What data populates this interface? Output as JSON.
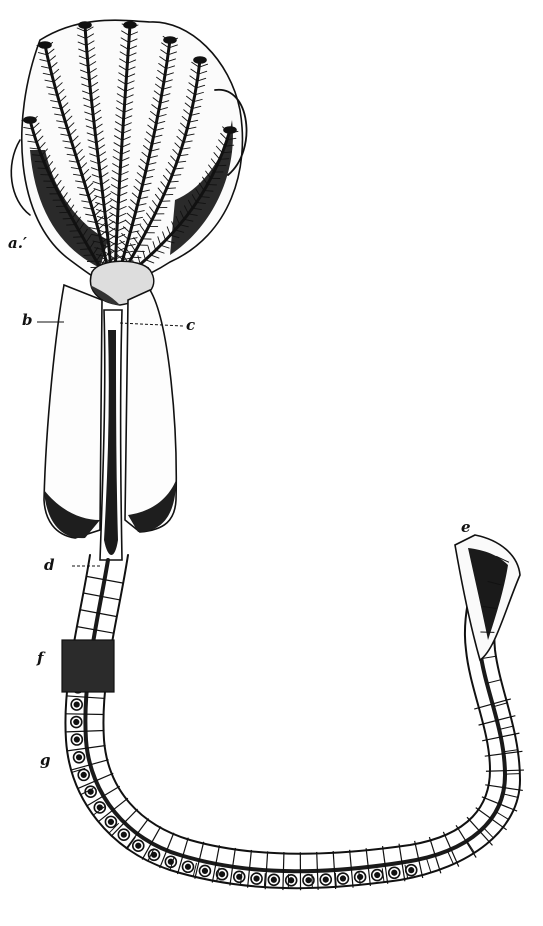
{
  "figure": {
    "labels": {
      "a": "a.′",
      "b": "b",
      "c": "c",
      "d": "d",
      "e": "e",
      "f": "f",
      "g": "g"
    },
    "colors": {
      "ink": "#111111",
      "paper": "#ffffff",
      "shade": "#2a2a2a"
    }
  }
}
